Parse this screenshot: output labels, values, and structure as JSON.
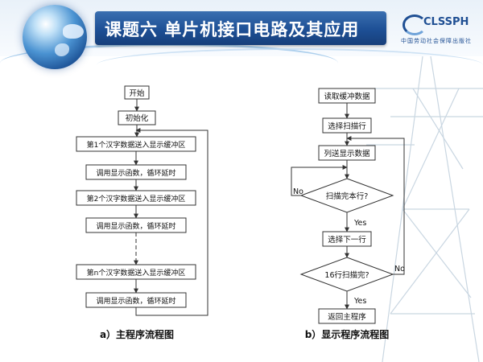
{
  "header": {
    "title": "课题六   单片机接口电路及其应用",
    "logo_text": "CLSSPH",
    "logo_sub": "中国劳动社会保障出版社"
  },
  "flow_a": {
    "start": "开始",
    "init": "初始化",
    "step1": "第1个汉字数据送入显示缓冲区",
    "call1": "调用显示函数，循环延时",
    "step2": "第2个汉字数据送入显示缓冲区",
    "call2": "调用显示函数，循环延时",
    "stepn": "第n个汉字数据送入显示缓冲区",
    "calln": "调用显示函数，循环延时",
    "caption": "a）主程序流程图"
  },
  "flow_b": {
    "read": "读取缓冲数据",
    "select_row": "选择扫描行",
    "send_col": "列送显示数据",
    "dec_row_done": "扫描完本行?",
    "select_next": "选择下一行",
    "dec_16_done": "16行扫描完?",
    "return": "返回主程序",
    "yes1": "Yes",
    "no1": "No",
    "yes2": "Yes",
    "no2": "No",
    "caption": "b）显示程序流程图"
  }
}
